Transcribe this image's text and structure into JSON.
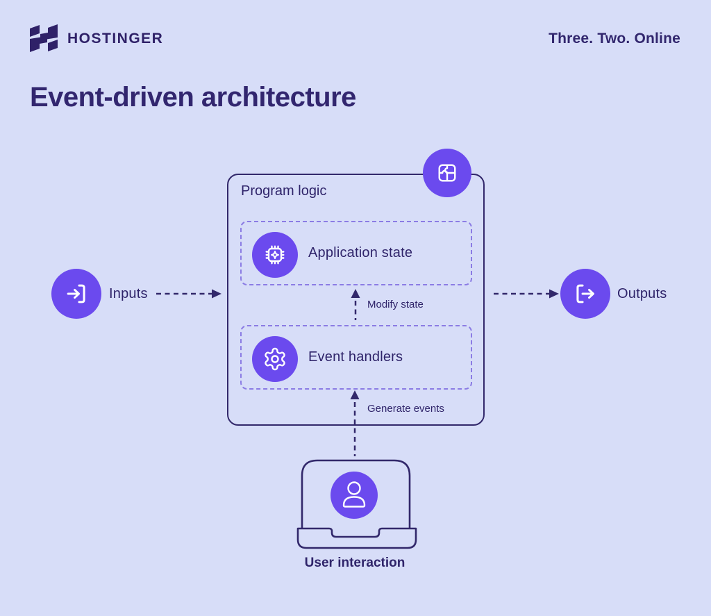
{
  "colors": {
    "background": "#D7DDF8",
    "accent_purple": "#6B4AEE",
    "dark_indigo": "#32286B",
    "dashed_purple": "#8B7CE4"
  },
  "header": {
    "brand": "HOSTINGER",
    "tagline": "Three. Two. Online"
  },
  "page_title": "Event-driven architecture",
  "diagram": {
    "inputs": {
      "label": "Inputs",
      "icon": "login-arrow-icon"
    },
    "outputs": {
      "label": "Outputs",
      "icon": "logout-arrow-icon"
    },
    "program_logic": {
      "title": "Program logic",
      "badge_icon": "puzzle-icon",
      "rows": [
        {
          "label": "Application state",
          "icon": "chip-icon"
        },
        {
          "label": "Event handlers",
          "icon": "gear-icon"
        }
      ]
    },
    "arrows": {
      "modify_state": "Modify state",
      "generate_events": "Generate events"
    },
    "user_interaction": {
      "label": "User interaction",
      "icon": "user-icon"
    }
  }
}
